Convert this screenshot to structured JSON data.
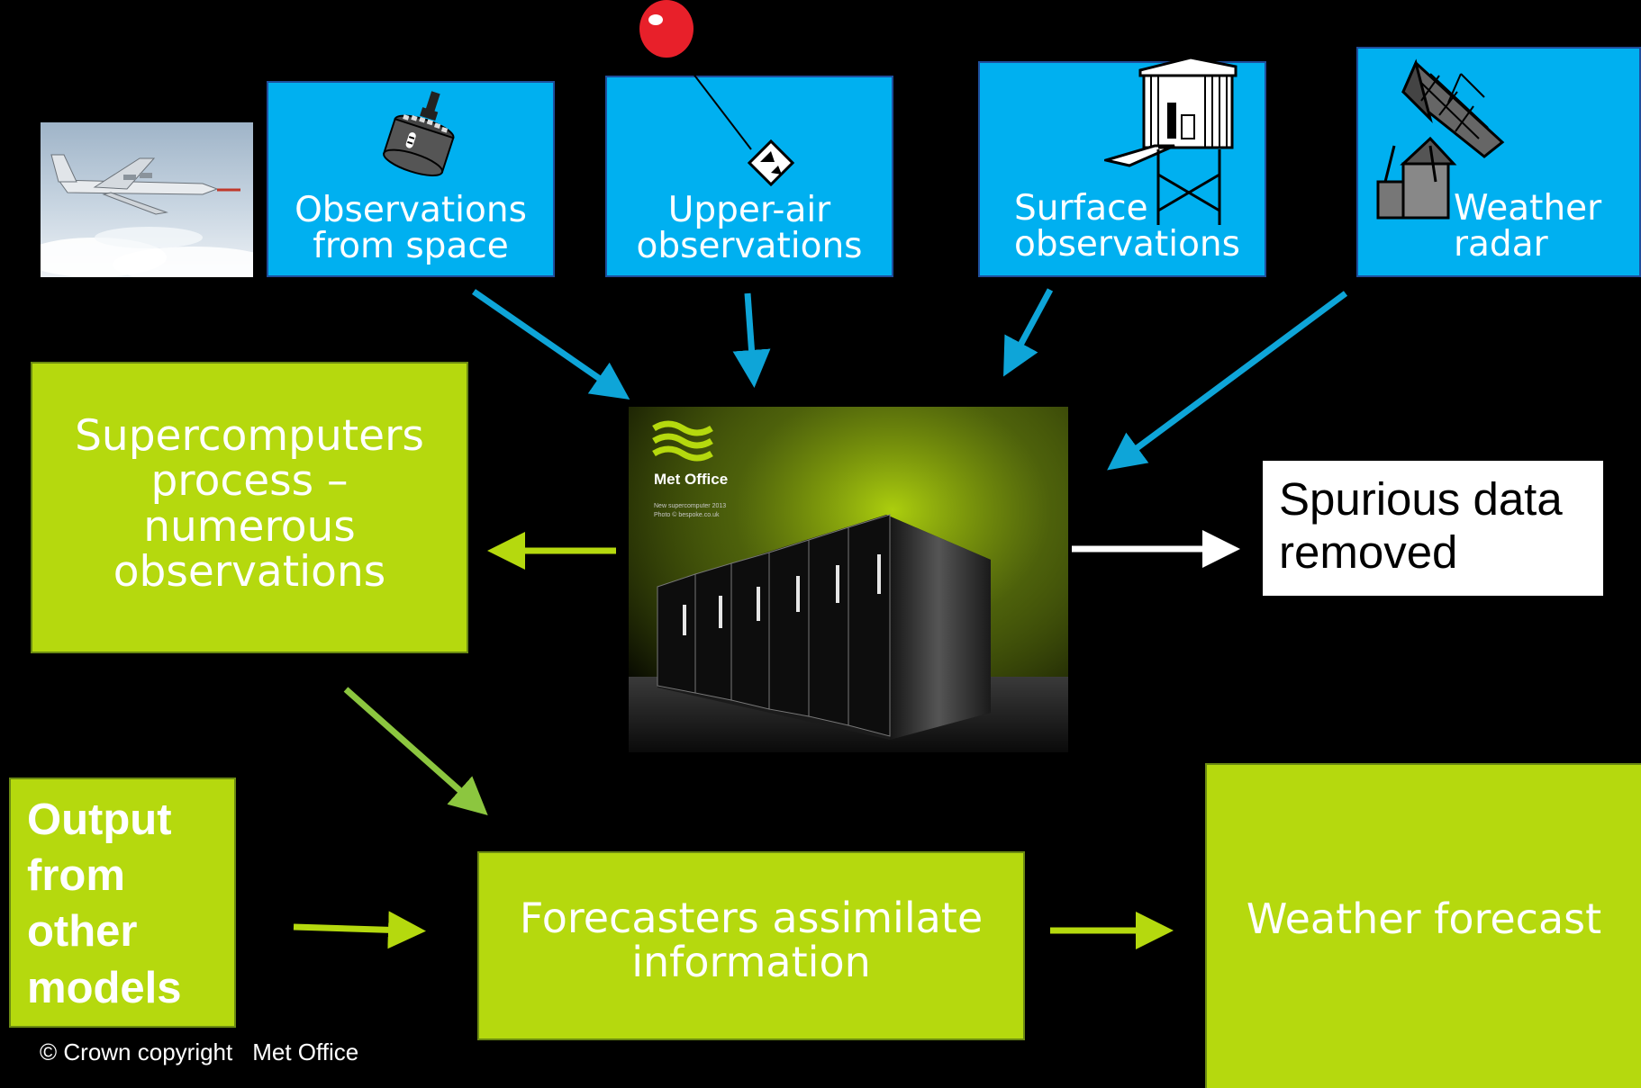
{
  "sources": {
    "space": "Observations\nfrom space",
    "upper_air": "Upper-air\nobservations",
    "surface": "Surface\nobservations",
    "radar": "Weather\nradar"
  },
  "supercomputer": {
    "logo_text": "Met Office",
    "caption": "New supercomputer 2013\nPhoto © bespoke.co.uk"
  },
  "process": {
    "supercomputers": "Supercomputers\nprocess –\nnumerous\nobservations",
    "spurious": "Spurious data\nremoved",
    "other_models": "Output\nfrom\nother\nmodels",
    "forecasters": "Forecasters assimilate\ninformation",
    "forecast": "Weather forecast"
  },
  "footer": {
    "copyright": "© Crown copyright",
    "org": "Met Office"
  },
  "colors": {
    "background": "#000000",
    "observation_box": "#00b0f0",
    "process_box": "#b5d90e",
    "arrow_blue": "#0ea5d8",
    "arrow_green": "#b5d90e",
    "arrow_white": "#ffffff",
    "balloon": "#e8202a"
  }
}
